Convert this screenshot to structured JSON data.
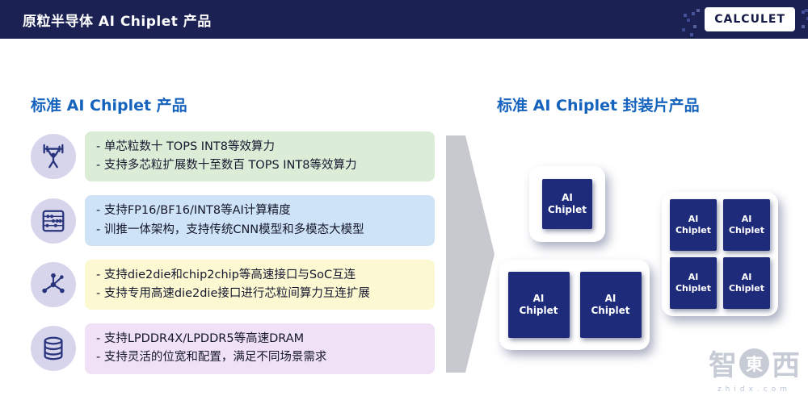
{
  "colors": {
    "header_bg": "#1b2153",
    "title_blue": "#1563bd",
    "chip_navy": "#1e2b7b",
    "arrow_gray": "#c7c9ce",
    "icon_circle_bg": "#d7d5ec"
  },
  "header": {
    "title": "原粒半导体 AI Chiplet 产品",
    "logo_text": "CALCULET"
  },
  "left": {
    "title": "标准 AI Chiplet 产品",
    "features": [
      {
        "icon": "weightlifter-icon",
        "color": "#dcedd7",
        "lines": [
          "- 单芯粒数十 TOPS INT8等效算力",
          "- 支持多芯粒扩展数十至数百 TOPS INT8等效算力"
        ]
      },
      {
        "icon": "abacus-icon",
        "color": "#cfe3f6",
        "lines": [
          "- 支持FP16/BF16/INT8等AI计算精度",
          "- 训推一体架构，支持传统CNN模型和多模态大模型"
        ]
      },
      {
        "icon": "network-node-icon",
        "color": "#fcf9d2",
        "lines": [
          "- 支持die2die和chip2chip等高速接口与SoC互连",
          "- 支持专用高速die2die接口进行芯粒间算力互连扩展"
        ]
      },
      {
        "icon": "database-icon",
        "color": "#f1e1f6",
        "lines": [
          "- 支持LPDDR4X/LPDDR5等高速DRAM",
          "- 支持灵活的位宽和配置，满足不同场景需求"
        ]
      }
    ]
  },
  "right": {
    "title": "标准 AI Chiplet 封装片产品",
    "chip": {
      "line1": "AI",
      "line2": "Chiplet"
    },
    "packages": [
      "single-chiplet-package",
      "dual-chiplet-package",
      "quad-chiplet-package"
    ]
  },
  "watermark": {
    "char1": "智",
    "char2": "東",
    "char3": "西",
    "site": "zhidx.com"
  }
}
